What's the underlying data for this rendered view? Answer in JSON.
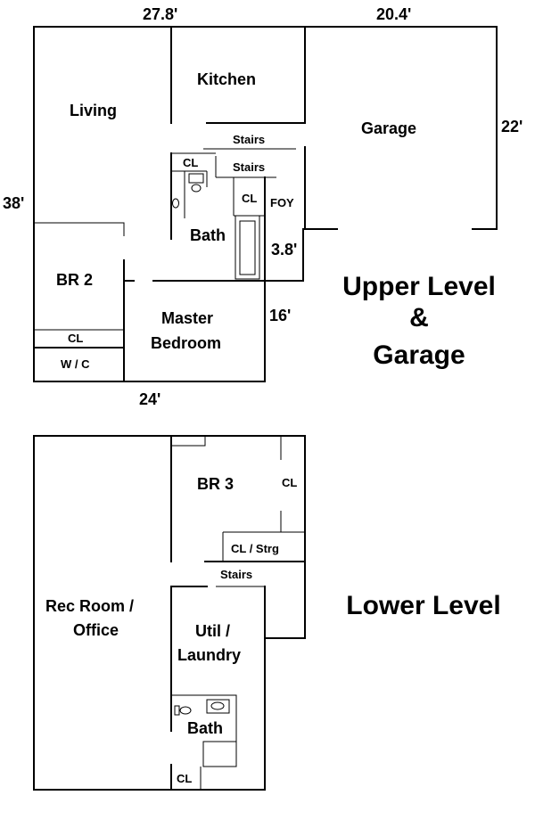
{
  "upper": {
    "dims": {
      "top_left": "27.8'",
      "top_right": "20.4'",
      "left": "38'",
      "garage_right": "22'",
      "foyer": "3.8'",
      "master_right": "16'",
      "bottom": "24'"
    },
    "rooms": {
      "living": "Living",
      "kitchen": "Kitchen",
      "garage": "Garage",
      "stairs_top": "Stairs",
      "stairs_mid": "Stairs",
      "closet_hall": "CL",
      "closet_bath": "CL",
      "foyer": "FOY",
      "bath": "Bath",
      "br2": "BR 2",
      "br2_closet": "CL",
      "wc": "W / C",
      "master_line1": "Master",
      "master_line2": "Bedroom"
    },
    "title_line1": "Upper Level",
    "title_line2": "&",
    "title_line3": "Garage"
  },
  "lower": {
    "rooms": {
      "br3": "BR 3",
      "br3_closet": "CL",
      "closet_storage": "CL / Strg",
      "stairs": "Stairs",
      "rec_line1": "Rec Room /",
      "rec_line2": "Office",
      "util_line1": "Util /",
      "util_line2": "Laundry",
      "bath": "Bath",
      "closet": "CL"
    },
    "title": "Lower Level"
  }
}
